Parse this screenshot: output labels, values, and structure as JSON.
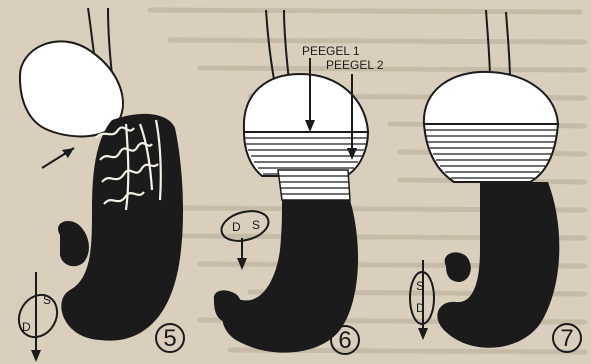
{
  "figures": [
    {
      "number": "5"
    },
    {
      "number": "6",
      "labels": {
        "level1": "PEEGEL 1",
        "level2": "PEEGEL 2"
      }
    },
    {
      "number": "7"
    }
  ],
  "orientation": {
    "d": "D",
    "s": "S"
  },
  "colors": {
    "background": "#d9cfbc",
    "ink": "#1b1b1b",
    "paper_text": "#b7ab97"
  }
}
